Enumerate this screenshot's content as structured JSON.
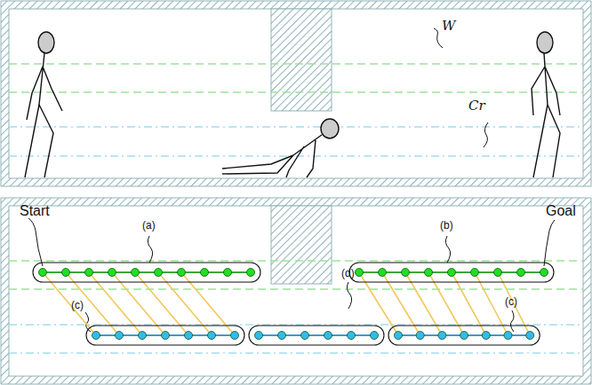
{
  "diagram": {
    "labels": [
      "W",
      "Cr",
      "Start",
      "(a)",
      "(b)",
      "Goal",
      "(c)",
      "(d)",
      "(c)"
    ]
  }
}
